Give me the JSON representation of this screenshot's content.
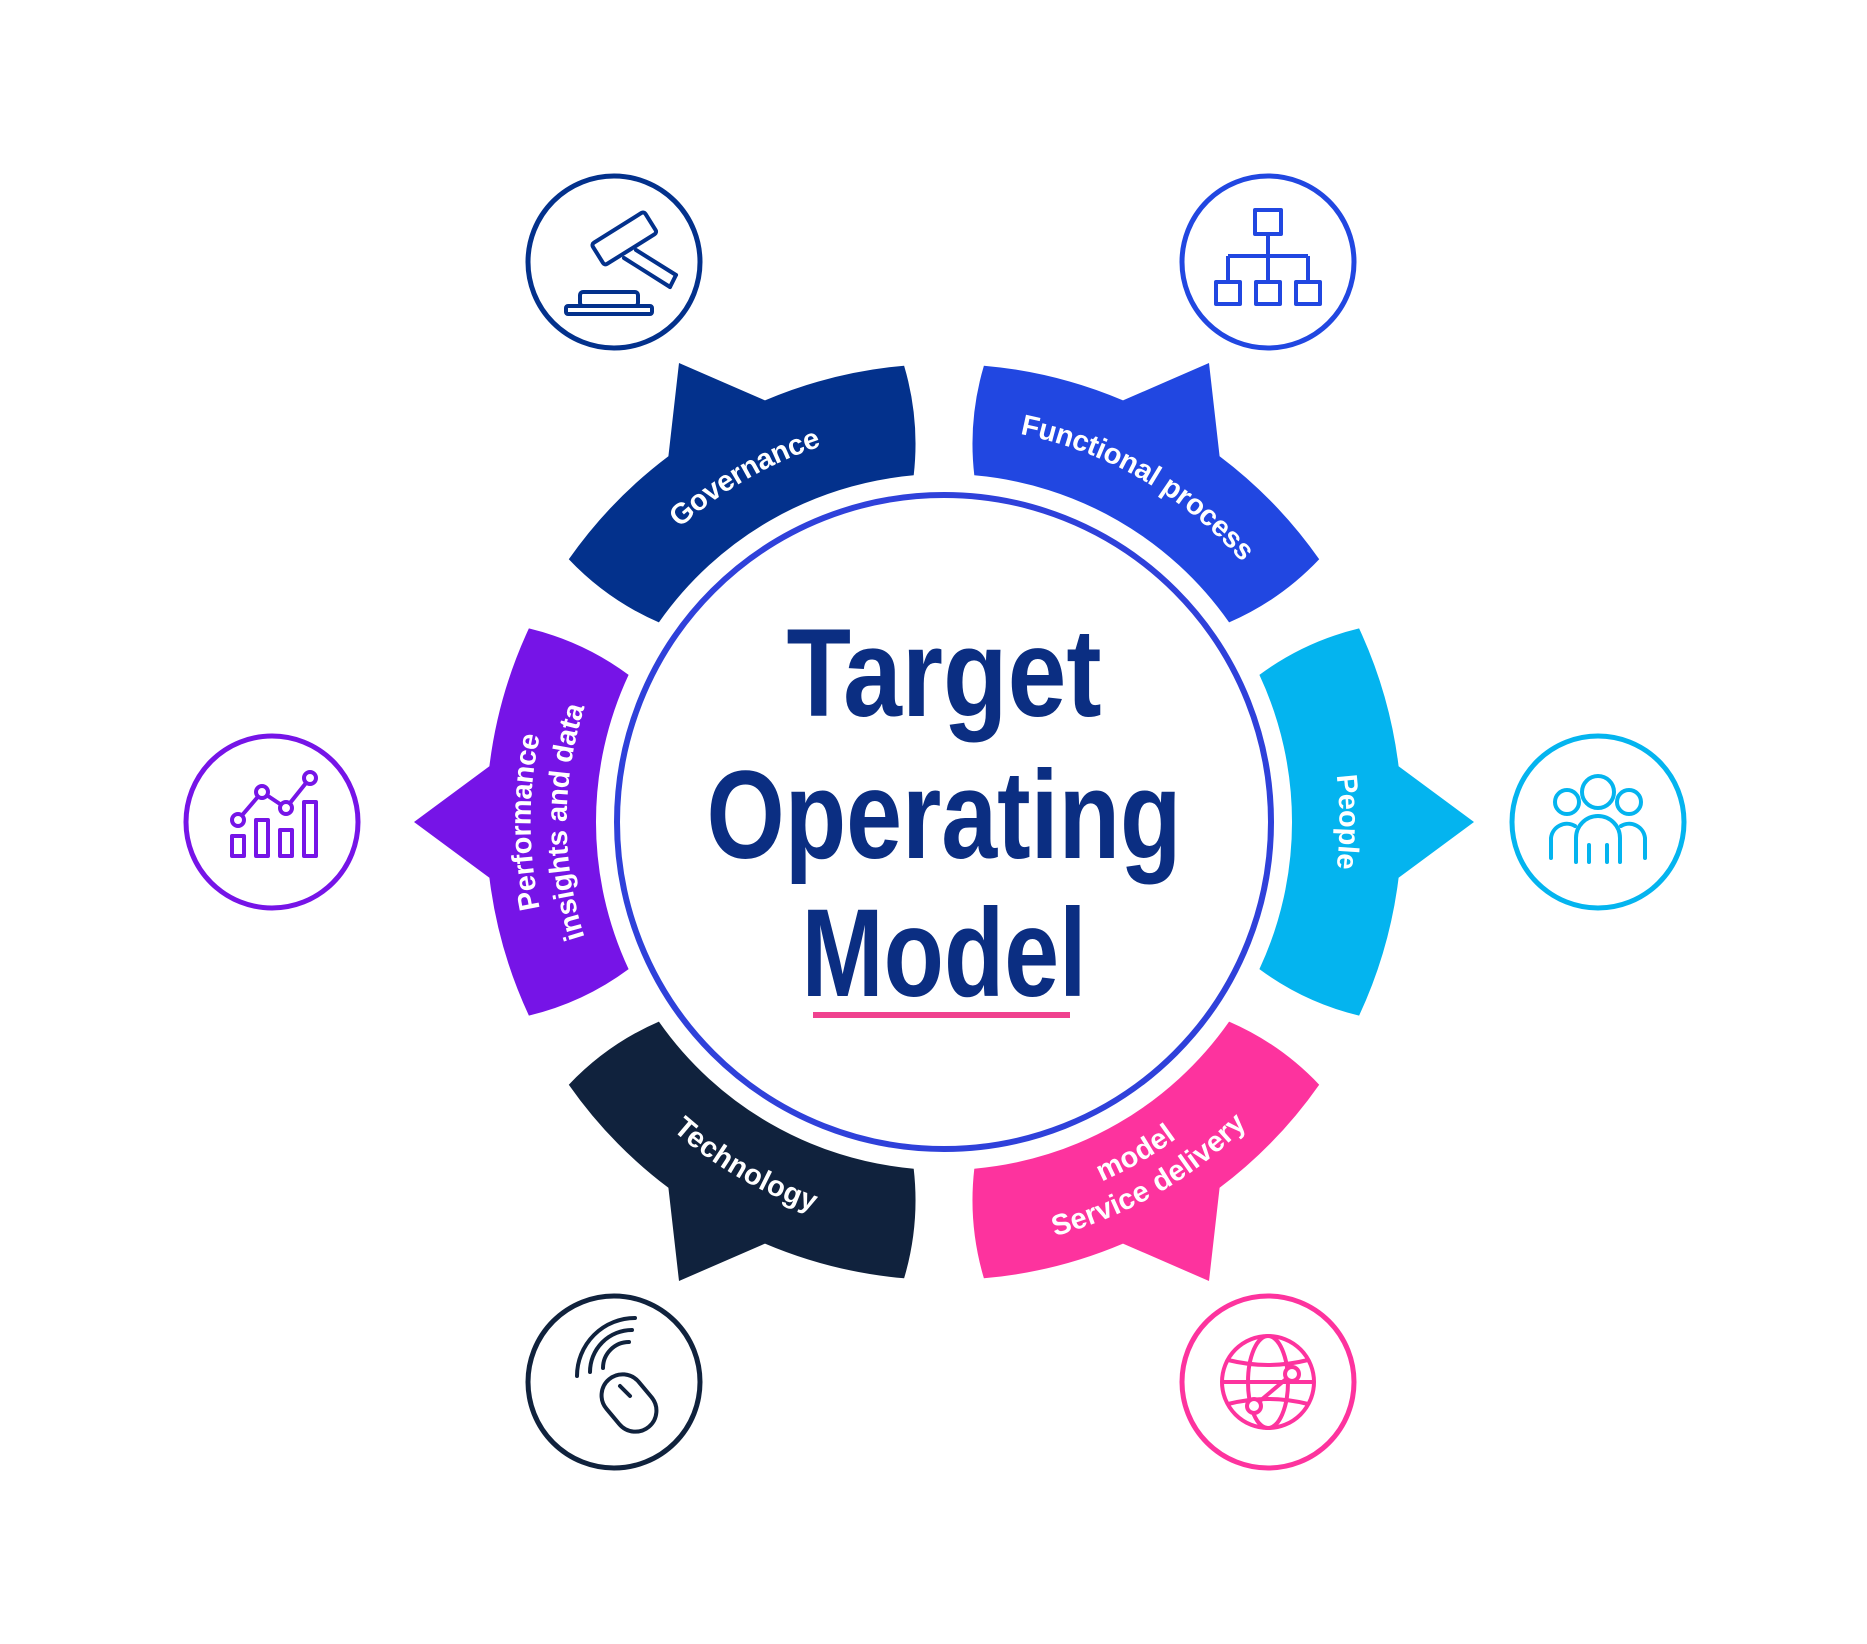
{
  "title": {
    "line1": "Target",
    "line2": "Operating",
    "line3": "Model"
  },
  "segments": [
    {
      "id": "governance",
      "label_lines": [
        "Governance"
      ],
      "color": "#03318c",
      "icon": "gavel-icon"
    },
    {
      "id": "functional-process",
      "label_lines": [
        "Functional process"
      ],
      "color": "#2147e1",
      "icon": "org-chart-icon"
    },
    {
      "id": "people",
      "label_lines": [
        "People"
      ],
      "color": "#04b4ef",
      "icon": "people-group-icon"
    },
    {
      "id": "service-delivery-model",
      "label_lines": [
        "Service delivery",
        "model"
      ],
      "color": "#fd339e",
      "icon": "globe-network-icon"
    },
    {
      "id": "technology",
      "label_lines": [
        "Technology"
      ],
      "color": "#10223d",
      "icon": "mouse-wireless-icon"
    },
    {
      "id": "performance-insights-and-data",
      "label_lines": [
        "Performance",
        "insights and data"
      ],
      "color": "#7614e7",
      "icon": "bar-line-chart-icon"
    }
  ],
  "colors": {
    "center_ring": "#2f41da",
    "title_text": "#0b2e82",
    "underline": "#f0428f"
  }
}
